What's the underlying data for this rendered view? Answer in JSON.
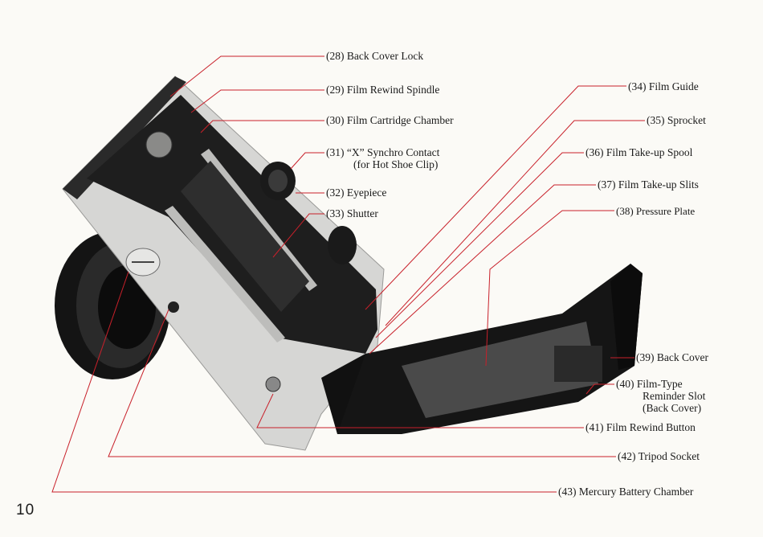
{
  "page_number": "10",
  "colors": {
    "leader_line": "#c8202a",
    "camera_body": "#d8d8d6",
    "camera_dark": "#1c1c1c"
  },
  "labels": {
    "l28": "(28) Back Cover Lock",
    "l29": "(29) Film Rewind Spindle",
    "l30": "(30) Film Cartridge Chamber",
    "l31a": "(31) “X” Synchro Contact",
    "l31b": "(for Hot Shoe Clip)",
    "l32": "(32) Eyepiece",
    "l33": "(33) Shutter",
    "l34": "(34) Film Guide",
    "l35": "(35) Sprocket",
    "l36": "(36) Film Take-up Spool",
    "l37": "(37) Film Take-up Slits",
    "l38": "(38) Pressure Plate",
    "l39": "(39) Back Cover",
    "l40a": "(40) Film-Type",
    "l40b": "Reminder Slot",
    "l40c": "(Back Cover)",
    "l41": "(41) Film Rewind Button",
    "l42": "(42) Tripod Socket",
    "l43": "(43) Mercury Battery Chamber"
  }
}
